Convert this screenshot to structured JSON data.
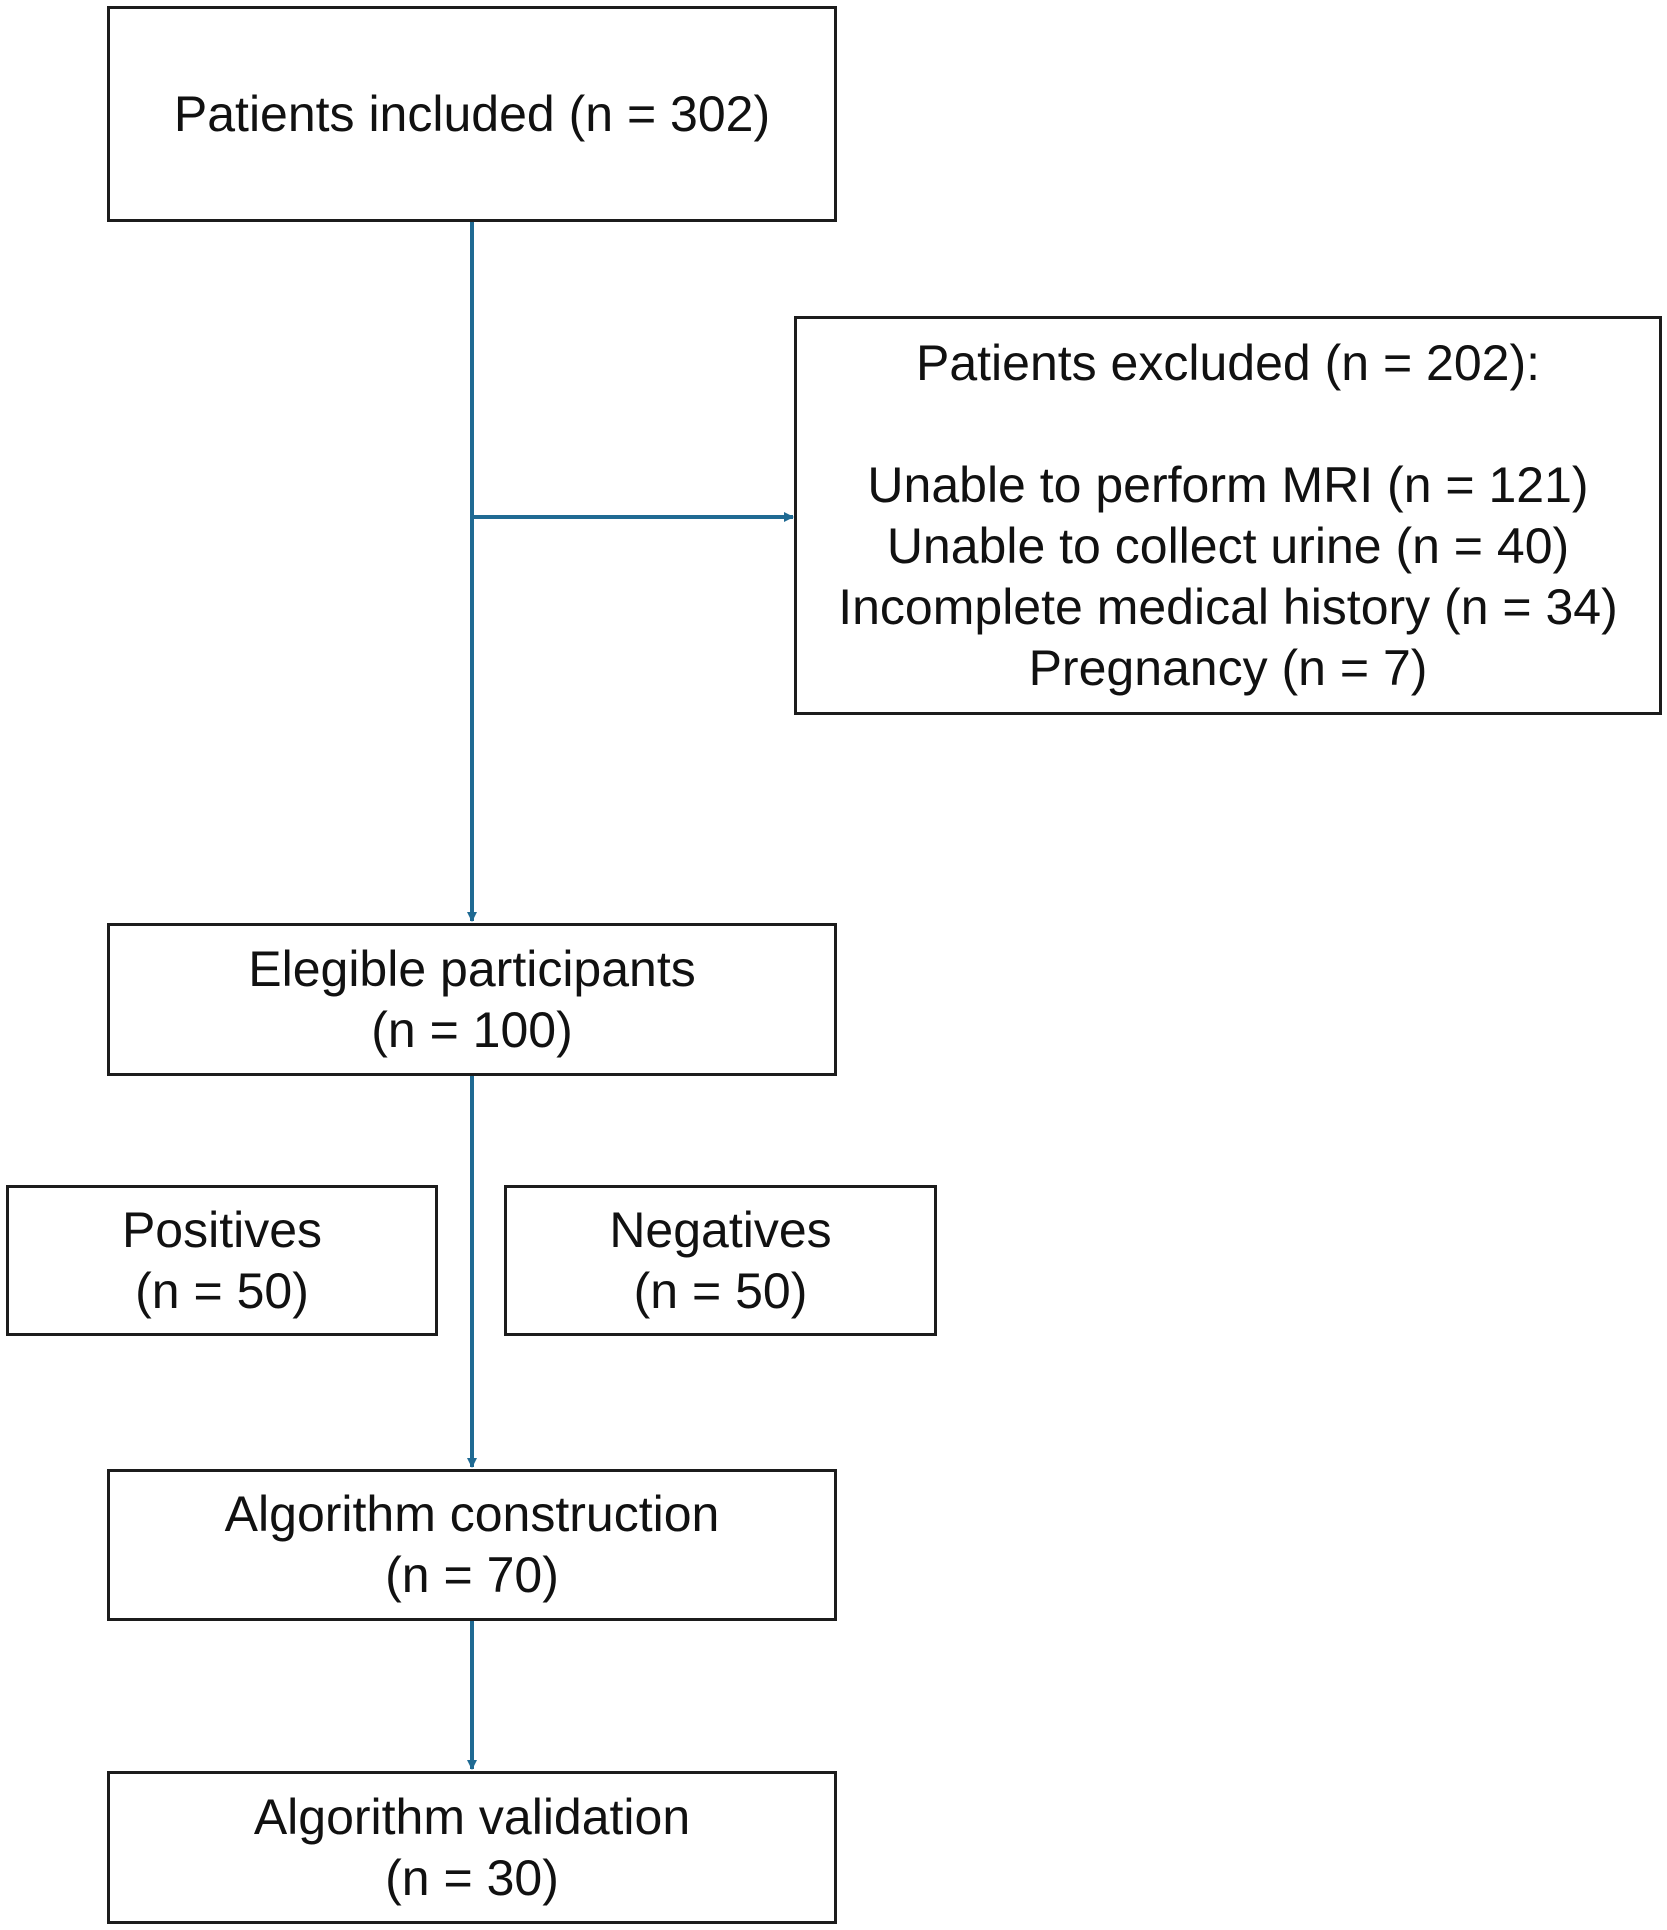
{
  "diagram": {
    "line_color": "#1f6a93",
    "border_color": "#1c1c1c",
    "included": {
      "label": "Patients included (n = 302)"
    },
    "excluded": {
      "title": "Patients excluded (n = 202):",
      "reasons": [
        "Unable to perform MRI (n = 121)",
        "Unable to collect urine (n = 40)",
        "Incomplete medical history (n = 34)",
        "Pregnancy (n = 7)"
      ]
    },
    "eligible": {
      "label": "Elegible participants",
      "count": "(n = 100)"
    },
    "positives": {
      "label": "Positives",
      "count": "(n = 50)"
    },
    "negatives": {
      "label": "Negatives",
      "count": "(n = 50)"
    },
    "construction": {
      "label": "Algorithm construction",
      "count": "(n = 70)"
    },
    "validation": {
      "label": "Algorithm validation",
      "count": "(n = 30)"
    }
  }
}
